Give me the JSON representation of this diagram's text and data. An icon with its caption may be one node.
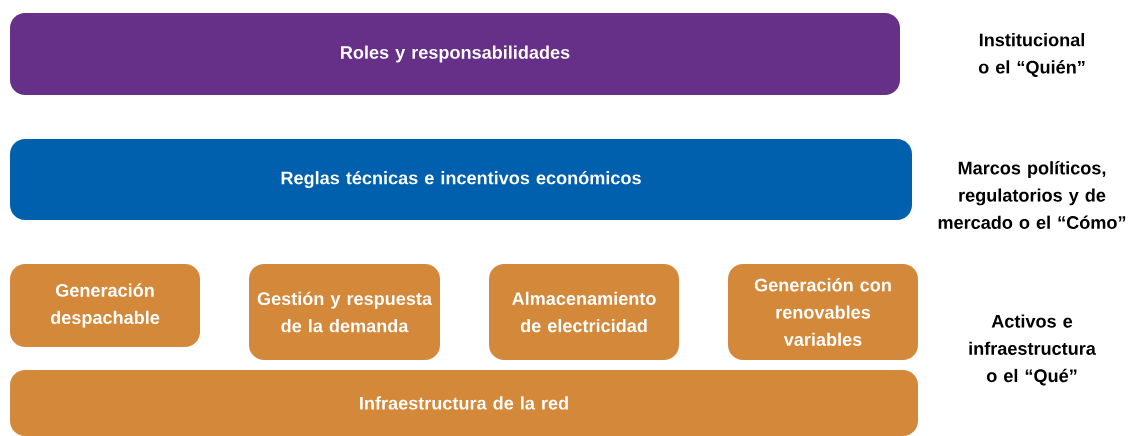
{
  "diagram": {
    "nodes": [
      {
        "text": [
          "Roles y responsabilidades"
        ]
      },
      {
        "text": [
          "Reglas técnicas e incentivos económicos"
        ]
      },
      {
        "text": [
          "Generación despachable"
        ]
      },
      {
        "text": [
          "Gestión y respuesta de la demanda"
        ]
      },
      {
        "text": [
          "Almacenamiento de electricidad"
        ]
      },
      {
        "text": [
          "Generación con renovables variables"
        ]
      },
      {
        "text": [
          "Infraestructura de la red"
        ]
      }
    ],
    "labels": [
      "Institucional o el “Quién”",
      "Marcos políticos, regulatorios y de mercado o el “Cómo”",
      "Activos e infraestructura o el “Qué”"
    ]
  }
}
